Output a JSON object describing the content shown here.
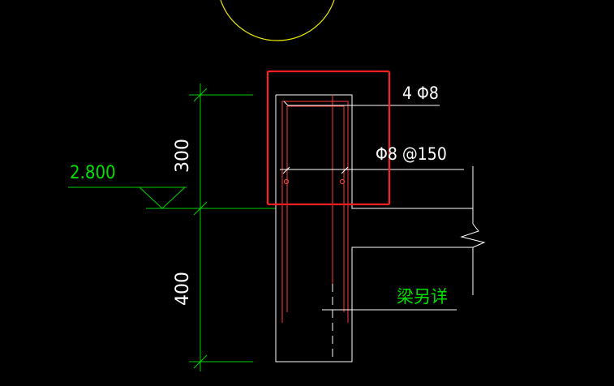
{
  "colors": {
    "background": "#000000",
    "outline": "#ffffff",
    "rebar": "#ff3b3b",
    "dimension": "#00d000",
    "highlight": "#ff2020",
    "arc": "#e6e600",
    "leader_text": "#ffffff",
    "label_green": "#00e000"
  },
  "labels": {
    "elevation": "2.800",
    "dim_upper": "300",
    "dim_lower": "400",
    "top_rebar": "4 Φ8",
    "stirrup": "Φ8 @150",
    "beam_note": "梁另详"
  }
}
